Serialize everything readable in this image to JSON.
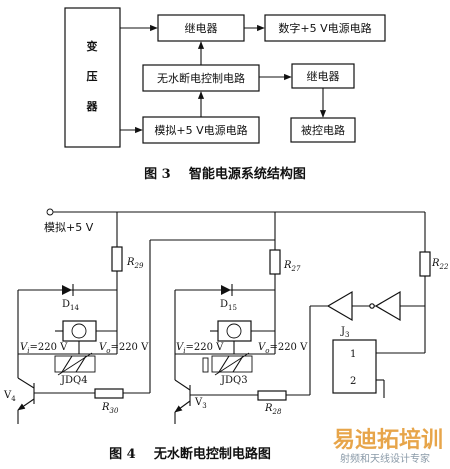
{
  "figure3": {
    "transformer": "变\n压\n器",
    "relay_top": "继电器",
    "digital_supply": "数字+5 V电源电路",
    "ups_control": "无水断电控制电路",
    "relay_right": "继电器",
    "analog_supply": "模拟+5 V电源电路",
    "controlled": "被控电路",
    "caption": "图 3    智能电源系统结构图"
  },
  "figure4": {
    "supply_label": "模拟+5 V",
    "r29": "R29",
    "r27": "R27",
    "r22": "R22",
    "d14": "D14",
    "d15": "D15",
    "vi_left": "Vi=220 V",
    "vo_left": "Vo=220 V",
    "vi_right": "Vi=220 V",
    "vo_right": "Vo=220 V",
    "jdq4": "JDQ4",
    "jdq3": "JDQ3",
    "v4": "V4",
    "v3": "V3",
    "r30": "R30",
    "r28": "R28",
    "j3": "J3",
    "pin1": "1",
    "pin2": "2",
    "caption": "图 4    无水断电控制电路图"
  },
  "watermark": {
    "brand": "易迪拓培训",
    "sub": "射频和天线设计专家"
  }
}
